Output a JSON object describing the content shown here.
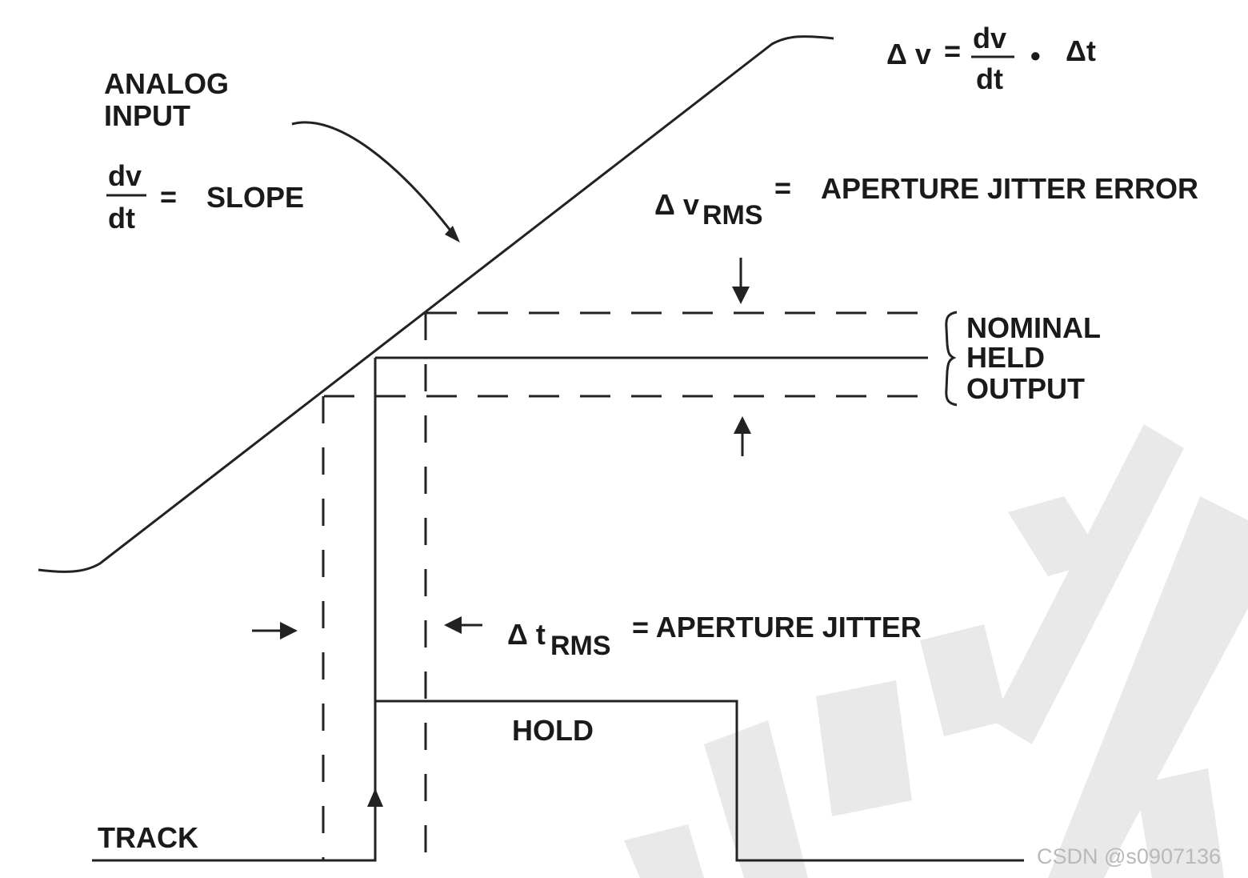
{
  "labels": {
    "analog_input_line1": "ANALOG",
    "analog_input_line2": "INPUT",
    "slope_numerator": "dv",
    "slope_denominator": "dt",
    "slope_equals": "=",
    "slope_text": "SLOPE",
    "formula_delta_v": "Δ v",
    "formula_equals": "=",
    "formula_numerator": "dv",
    "formula_denominator": "dt",
    "formula_dot": "•",
    "formula_delta_t": "Δt",
    "error_delta_v": "Δ v",
    "error_sub": "RMS",
    "error_equals": "=",
    "error_text": "APERTURE JITTER ERROR",
    "nominal_line1": "NOMINAL",
    "nominal_line2": "HELD",
    "nominal_line3": "OUTPUT",
    "jitter_delta_t": "Δ t",
    "jitter_sub": "RMS",
    "jitter_text": "= APERTURE JITTER",
    "hold": "HOLD",
    "track": "TRACK",
    "watermark": "CSDN @s0907136"
  },
  "colors": {
    "line": "#222222",
    "watermark_shape": "#e6e6e6",
    "watermark_text": "#b9b9b9"
  }
}
